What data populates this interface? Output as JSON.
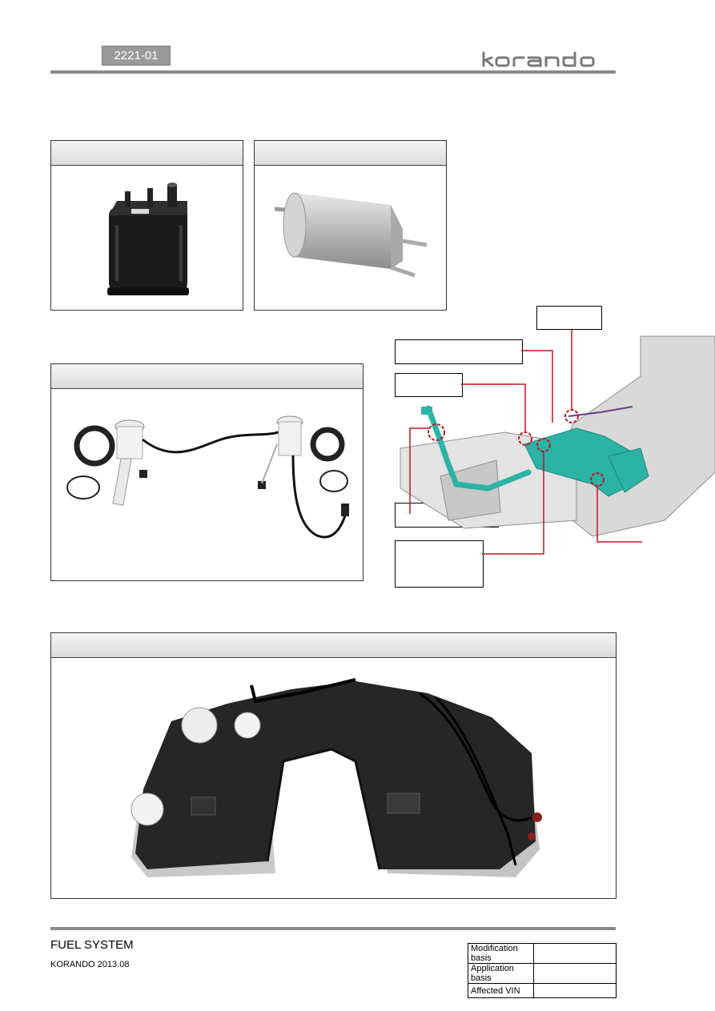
{
  "header": {
    "section_code": "2221-01",
    "brand": "korando"
  },
  "colors": {
    "rule_gray": "#8a8a8a",
    "badge_gray": "#9a9a9a",
    "callout_red": "#c0161d",
    "tank_teal": "#2bb3a6"
  },
  "panels": {
    "canister": {
      "title": "",
      "image": "charcoal-canister"
    },
    "fuel_filter": {
      "title": "",
      "image": "fuel-filter"
    },
    "fuel_pump": {
      "title": "",
      "image": "fuel-pump-sender-assemblies"
    },
    "fuel_tank": {
      "title": "",
      "image": "fuel-tank-assembly"
    }
  },
  "footer": {
    "title": "FUEL SYSTEM",
    "subtitle": "KORANDO 2013.08",
    "table": [
      {
        "label": "Modification basis",
        "value": ""
      },
      {
        "label": "Application basis",
        "value": ""
      },
      {
        "label": "Affected VIN",
        "value": ""
      }
    ]
  }
}
